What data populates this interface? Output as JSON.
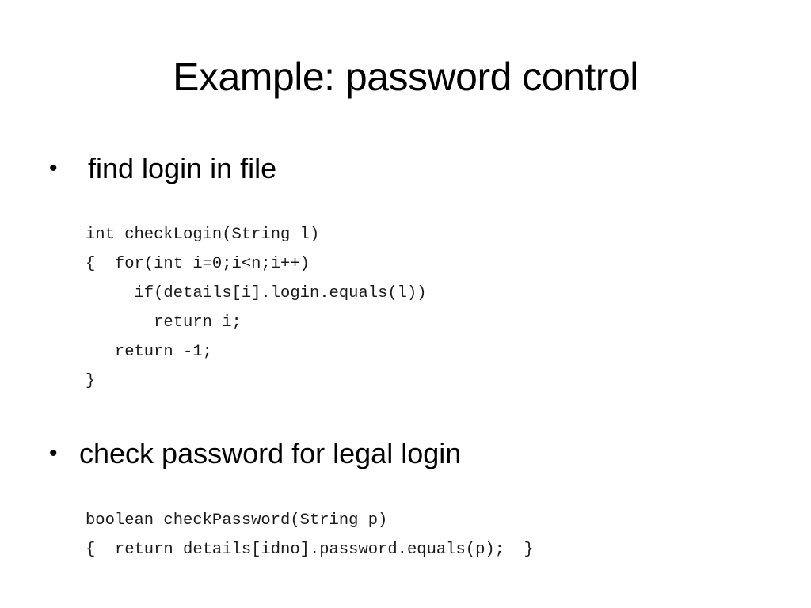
{
  "slide": {
    "title": "Example: password control"
  },
  "bullets": [
    {
      "marker": "•",
      "text": "find login in file",
      "code": [
        "int checkLogin(String l)",
        "{  for(int i=0;i<n;i++)",
        "     if(details[i].login.equals(l))",
        "       return i;",
        "   return -1;",
        "}"
      ]
    },
    {
      "marker": "•",
      "text": "check password for legal login",
      "code": [
        "boolean checkPassword(String p)",
        "{  return details[idno].password.equals(p);  }"
      ]
    }
  ]
}
